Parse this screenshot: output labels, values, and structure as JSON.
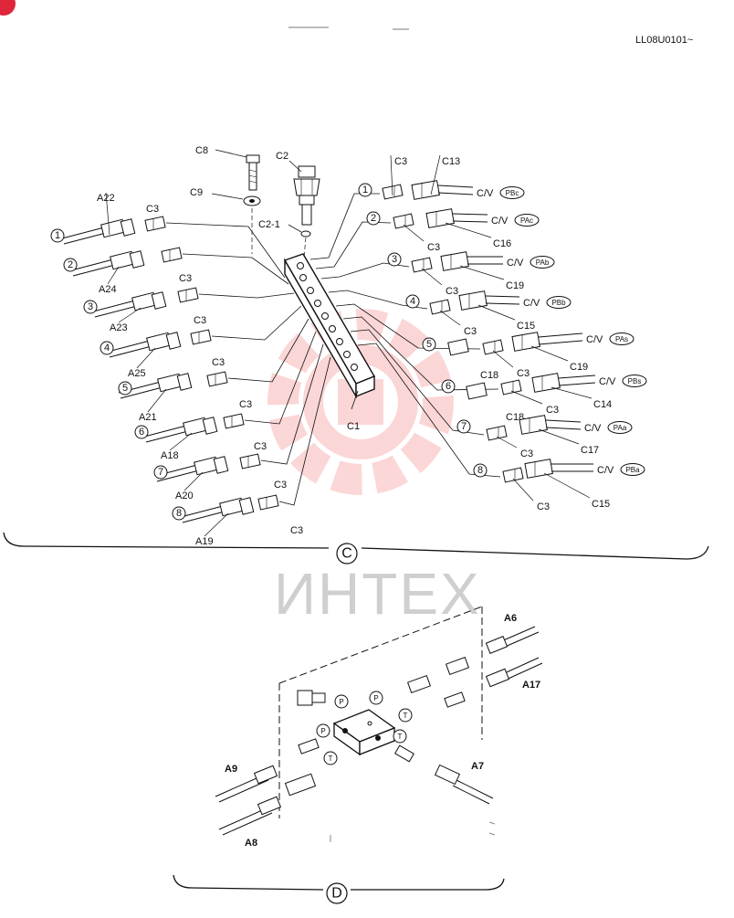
{
  "page": {
    "code": "LL08U0101~",
    "watermark": "ИНТЕХ",
    "watermark_color": "#f04a4a"
  },
  "section_c": {
    "label": "C",
    "block_label": "C1",
    "bolt": "C8",
    "washer": "C9",
    "sensor": "C2",
    "oring": "C2-1",
    "left_ports": [
      {
        "n": "1",
        "hose": "A22",
        "adapter": "C3"
      },
      {
        "n": "2",
        "hose": "A24",
        "adapter": "C3"
      },
      {
        "n": "3",
        "hose": "A23",
        "adapter": "C3"
      },
      {
        "n": "4",
        "hose": "A25",
        "adapter": "C3"
      },
      {
        "n": "5",
        "hose": "A21",
        "adapter": "C3"
      },
      {
        "n": "6",
        "hose": "A18",
        "adapter": "C3"
      },
      {
        "n": "7",
        "hose": "A20",
        "adapter": "C3"
      },
      {
        "n": "8",
        "hose": "A19",
        "adapter": "C3"
      }
    ],
    "right_ports": [
      {
        "n": "1",
        "adapter": "C3",
        "hose": "C13",
        "cv": "C/V",
        "port": "PBc"
      },
      {
        "n": "2",
        "adapter": "C3",
        "hose": "C16",
        "cv": "C/V",
        "port": "PAc"
      },
      {
        "n": "3",
        "adapter": "C3",
        "hose": "C19",
        "cv": "C/V",
        "port": "PAb"
      },
      {
        "n": "4",
        "adapter": "C3",
        "hose": "C15",
        "cv": "C/V",
        "port": "PBb"
      },
      {
        "n": "5",
        "adapter": "C3",
        "plug": "C18",
        "hose": "C19",
        "cv": "C/V",
        "port": "PAs"
      },
      {
        "n": "6",
        "adapter": "C3",
        "plug": "C18",
        "hose": "C14",
        "cv": "C/V",
        "port": "PBs"
      },
      {
        "n": "7",
        "adapter": "C3",
        "hose": "C17",
        "cv": "C/V",
        "port": "PAa"
      },
      {
        "n": "8",
        "adapter": "C3",
        "hose": "C15",
        "cv": "C/V",
        "port": "PBa"
      }
    ]
  },
  "section_d": {
    "label": "D",
    "hoses": [
      "A6",
      "A17",
      "A9",
      "A7",
      "A8"
    ],
    "port_tags": [
      "P",
      "P",
      "T",
      "T",
      "T",
      "P"
    ]
  }
}
